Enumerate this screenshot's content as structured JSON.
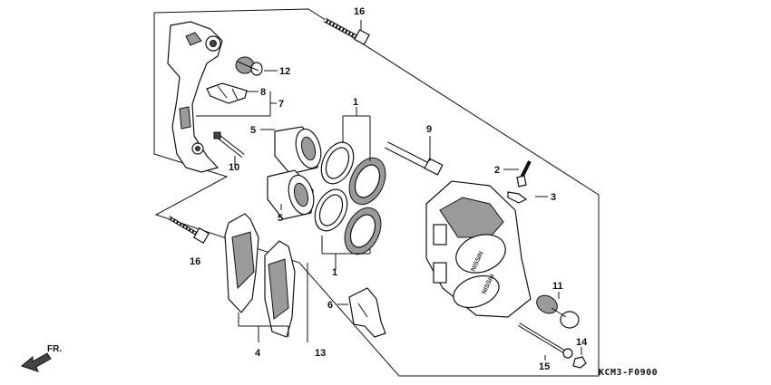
{
  "diagram_code": "KCM3-F0900",
  "direction_label": "FR.",
  "brand_mark": "NISSIN",
  "callouts": [
    {
      "id": "c16a",
      "text": "16"
    },
    {
      "id": "c12",
      "text": "12"
    },
    {
      "id": "c8",
      "text": "8"
    },
    {
      "id": "c7",
      "text": "7"
    },
    {
      "id": "c1a",
      "text": "1"
    },
    {
      "id": "c5a",
      "text": "5"
    },
    {
      "id": "c9",
      "text": "9"
    },
    {
      "id": "c10",
      "text": "10"
    },
    {
      "id": "c2",
      "text": "2"
    },
    {
      "id": "c3",
      "text": "3"
    },
    {
      "id": "c5b",
      "text": "5"
    },
    {
      "id": "c16b",
      "text": "16"
    },
    {
      "id": "c1b",
      "text": "1"
    },
    {
      "id": "c6",
      "text": "6"
    },
    {
      "id": "c11",
      "text": "11"
    },
    {
      "id": "c4",
      "text": "4"
    },
    {
      "id": "c13",
      "text": "13"
    },
    {
      "id": "c14",
      "text": "14"
    },
    {
      "id": "c15",
      "text": "15"
    }
  ]
}
